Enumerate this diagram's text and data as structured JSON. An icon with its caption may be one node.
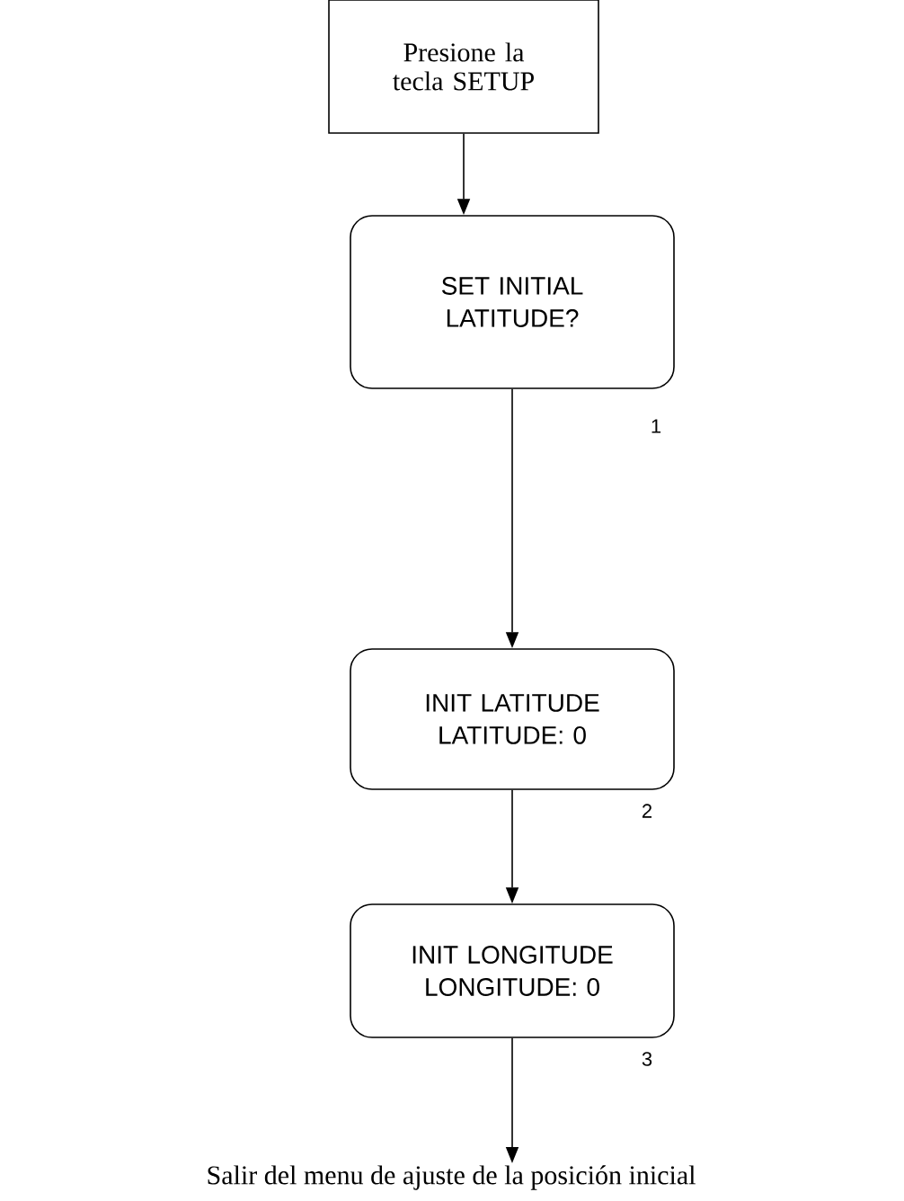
{
  "diagram": {
    "nodes": [
      {
        "text": [
          "Presione la tecla SETUP"
        ]
      },
      {
        "text": [
          "SET INITIAL LATITUDE?"
        ],
        "beside": [
          "1"
        ]
      },
      {
        "text": [
          "INIT LATITUDE LATITUDE:  0"
        ],
        "beside": [
          "2"
        ]
      },
      {
        "text": [
          "INIT LONGITUDE LONGITUDE:  0"
        ],
        "beside": [
          "3"
        ]
      },
      {
        "text": [
          "Salir del menu de ajuste de la posición inicial"
        ]
      }
    ],
    "edges": [
      {
        "from": 0,
        "to": 1,
        "arrow": "to"
      },
      {
        "from": 1,
        "to": 2,
        "arrow": "to"
      },
      {
        "from": 2,
        "to": 3,
        "arrow": "to"
      },
      {
        "from": 3,
        "to": 4,
        "arrow": "to"
      }
    ]
  }
}
